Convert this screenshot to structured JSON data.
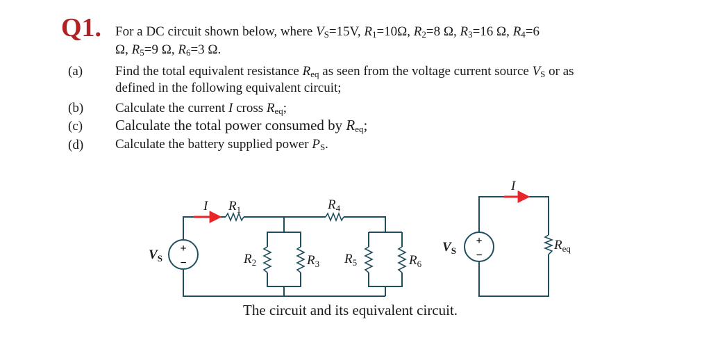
{
  "question": {
    "number": "Q1.",
    "intro_1": "For a DC circuit shown below, where ",
    "intro_vs": "V",
    "intro_vs_sub": "S",
    "intro_vs_val": "=15V, ",
    "r1": "R",
    "r1_sub": "1",
    "r1_val": "=10Ω, ",
    "r2": "R",
    "r2_sub": "2",
    "r2_val": "=8 Ω, ",
    "r3": "R",
    "r3_sub": "3",
    "r3_val": "=16 Ω, ",
    "r4": "R",
    "r4_sub": "4",
    "r4_val": "=6",
    "cont_unit": "Ω, ",
    "r5": "R",
    "r5_sub": "5",
    "r5_val": "=9 Ω, ",
    "r6": "R",
    "r6_sub": "6",
    "r6_val": "=3 Ω."
  },
  "parts": [
    {
      "label": "(a)",
      "line1_pre": "Find the total equivalent resistance ",
      "line1_req": "R",
      "line1_req_sub": "eq",
      "line1_post": " as seen from the voltage current source ",
      "line1_vs": "V",
      "line1_vs_sub": "S",
      "line1_end": " or as",
      "line2": "defined in the following equivalent circuit;"
    },
    {
      "label": "(b)",
      "pre": "Calculate the current ",
      "var": "I",
      "mid": " cross ",
      "req": "R",
      "req_sub": "eq",
      "end": ";"
    },
    {
      "label": "(c)",
      "pre": "Calculate the total power consumed by ",
      "req": "R",
      "req_sub": "eq",
      "end": ";"
    },
    {
      "label": "(d)",
      "pre": "Calculate the battery supplied power ",
      "ps": "P",
      "ps_sub": "S",
      "end": "."
    }
  ],
  "circuit": {
    "vs_label": "V",
    "vs_sub": "S",
    "current_label": "I",
    "r1": "R",
    "r1_sub": "1",
    "r2": "R",
    "r2_sub": "2",
    "r3": "R",
    "r3_sub": "3",
    "r4": "R",
    "r4_sub": "4",
    "r5": "R",
    "r5_sub": "5",
    "r6": "R",
    "r6_sub": "6",
    "plus": "+",
    "minus": "−"
  },
  "equivalent": {
    "vs_label": "V",
    "vs_sub": "S",
    "current_label": "I",
    "req": "R",
    "req_sub": "eq",
    "plus": "+",
    "minus": "−"
  },
  "caption": "The circuit and its equivalent circuit.",
  "colors": {
    "question_number": "#b22222",
    "arrow": "#e8262a",
    "wire": "#1f4e5f"
  }
}
